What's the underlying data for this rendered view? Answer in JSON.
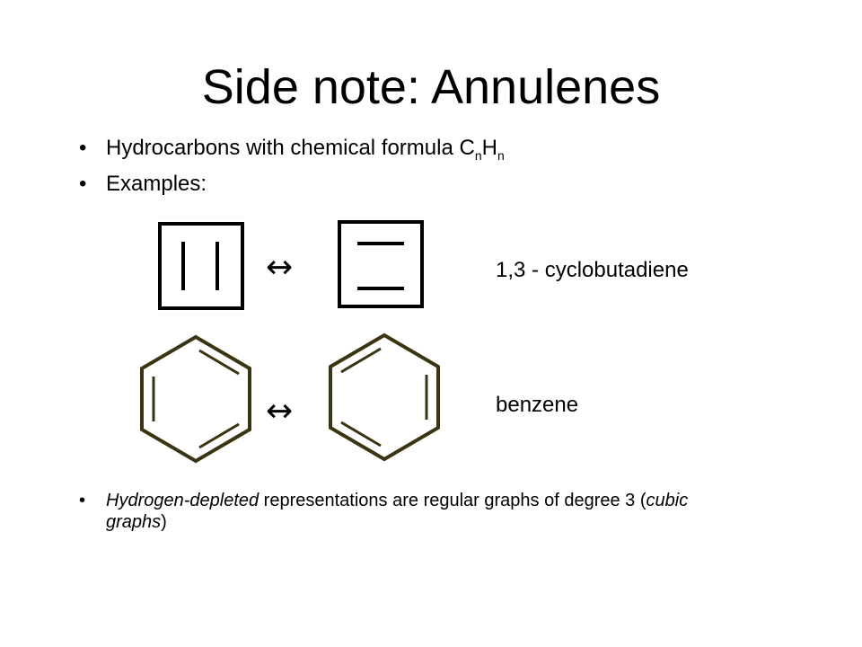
{
  "title": "Side note: Annulenes",
  "bullets": {
    "marker": "•",
    "b1_text": "Hydrocarbons with chemical formula C",
    "b1_sub1": "n",
    "b1_mid": "H",
    "b1_sub2": "n",
    "b2_text": "Examples:",
    "b3_em1": "Hydrogen-depleted",
    "b3_text1": " representations are regular graphs of degree 3 (",
    "b3_em2": "cubic graphs",
    "b3_text2": ")"
  },
  "examples": {
    "arrow_symbol": "↔",
    "cyclobutadiene_label": "1,3 - cyclobutadiene",
    "benzene_label": "benzene"
  },
  "colors": {
    "structure_square": "#000000",
    "structure_hexagon": "#3a3410"
  }
}
